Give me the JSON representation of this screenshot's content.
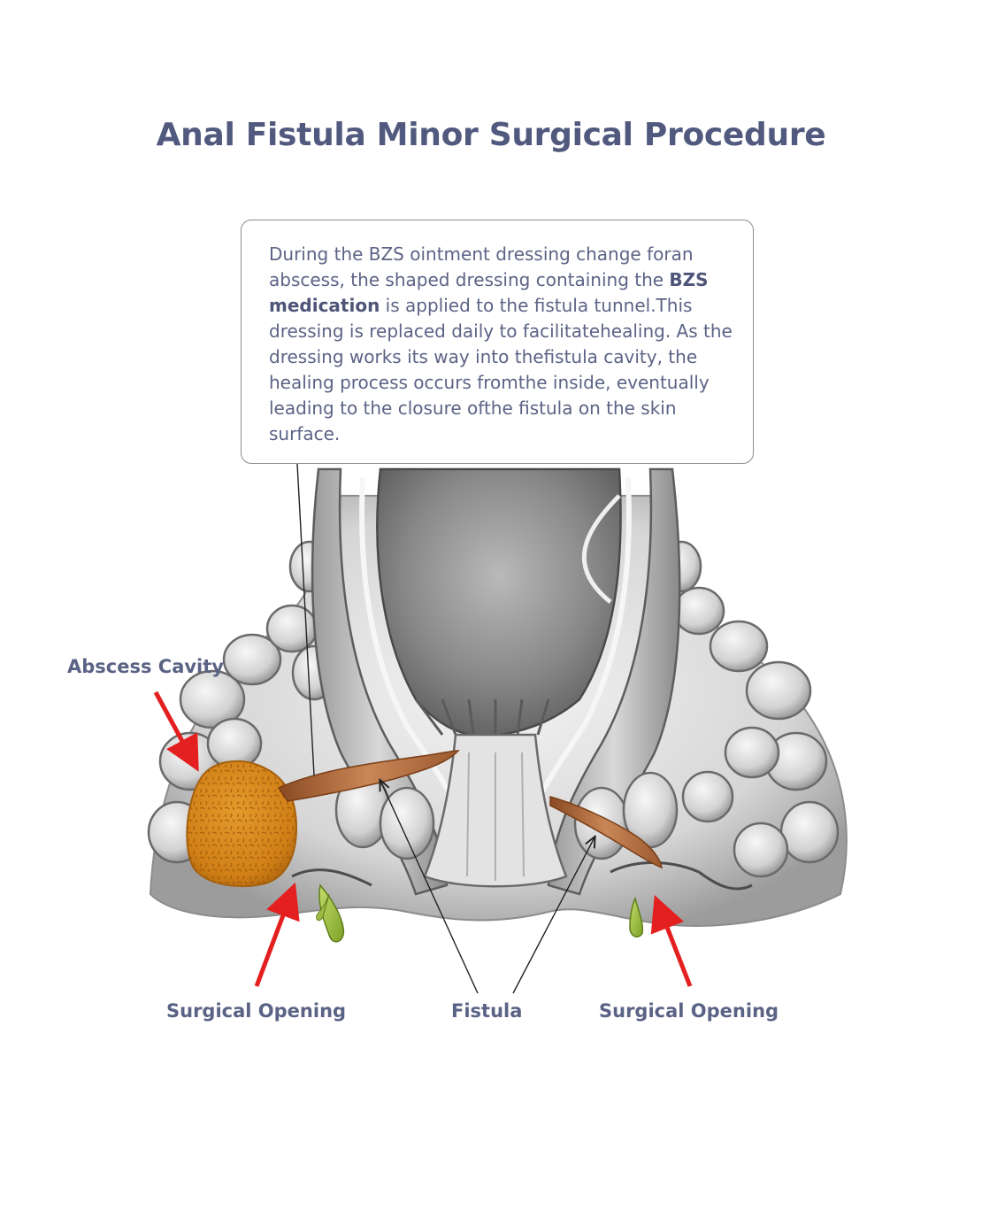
{
  "title": "Anal Fistula Minor Surgical Procedure",
  "callout": {
    "text_before": "During the BZS ointment dressing change foran abscess, the shaped dressing containing the ",
    "highlight": "BZS medication",
    "text_after": " is applied to the fistula tunnel.This dressing is replaced daily to facilitatehealing. As the dressing works its way into thefistula cavity, the healing process occurs fromthe inside, eventually leading to the closure ofthe fistula on the skin surface."
  },
  "labels": {
    "abscess_cavity": "Abscess Cavity",
    "surgical_opening_left": "Surgical Opening",
    "fistula": "Fistula",
    "surgical_opening_right": "Surgical Opening"
  },
  "colors": {
    "heading": "#515a7e",
    "label": "#5a6385",
    "arrow": "#e41f1f",
    "abscess": "#d9861c",
    "fistula_tract": "#b46a3c",
    "drainage": "#8fb43a",
    "tissue": "#c9c9c9"
  }
}
